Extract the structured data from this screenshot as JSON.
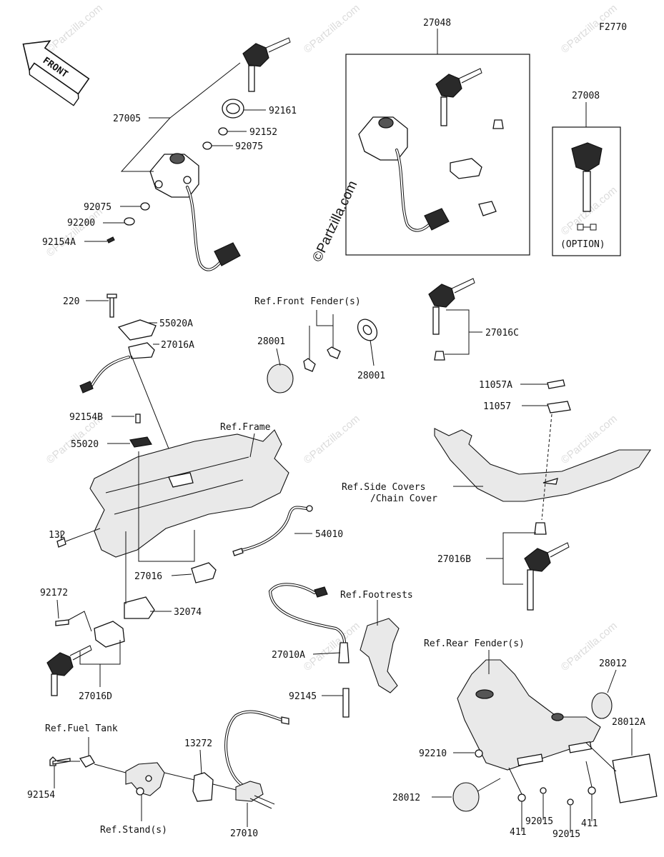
{
  "diagram_code": "F2770",
  "front_label": "FRONT",
  "copyright": "©Partzilla.com",
  "watermark": "©Partzilla.com",
  "option_label": "(OPTION)",
  "labels": {
    "p27048": "27048",
    "p27005": "27005",
    "p92161": "92161",
    "p92152": "92152",
    "p92075a": "92075",
    "p92075b": "92075",
    "p92200": "92200",
    "p92154A": "92154A",
    "p27008": "27008",
    "p220": "220",
    "p55020A": "55020A",
    "p27016A": "27016A",
    "refFrontFender": "Ref.Front Fender(s)",
    "p28001a": "28001",
    "p28001b": "28001",
    "p27016C": "27016C",
    "p11057A": "11057A",
    "p11057": "11057",
    "p92154B": "92154B",
    "p55020": "55020",
    "refFrame": "Ref.Frame",
    "refSideCovers1": "Ref.Side Covers",
    "refSideCovers2": "/Chain Cover",
    "p132": "132",
    "p54010": "54010",
    "p27016": "27016",
    "p27016B": "27016B",
    "p92172": "92172",
    "p32074": "32074",
    "refFootrests": "Ref.Footrests",
    "p27016D": "27016D",
    "p27010A": "27010A",
    "refRearFender": "Ref.Rear Fender(s)",
    "p28012a": "28012",
    "p92145": "92145",
    "refFuelTank": "Ref.Fuel Tank",
    "p13272": "13272",
    "p92210": "92210",
    "p28012A": "28012A",
    "p92154": "92154",
    "p28012b": "28012",
    "p92015a": "92015",
    "p411a": "411",
    "p411b": "411",
    "p92015b": "92015",
    "refStand": "Ref.Stand(s)",
    "p27010": "27010"
  }
}
